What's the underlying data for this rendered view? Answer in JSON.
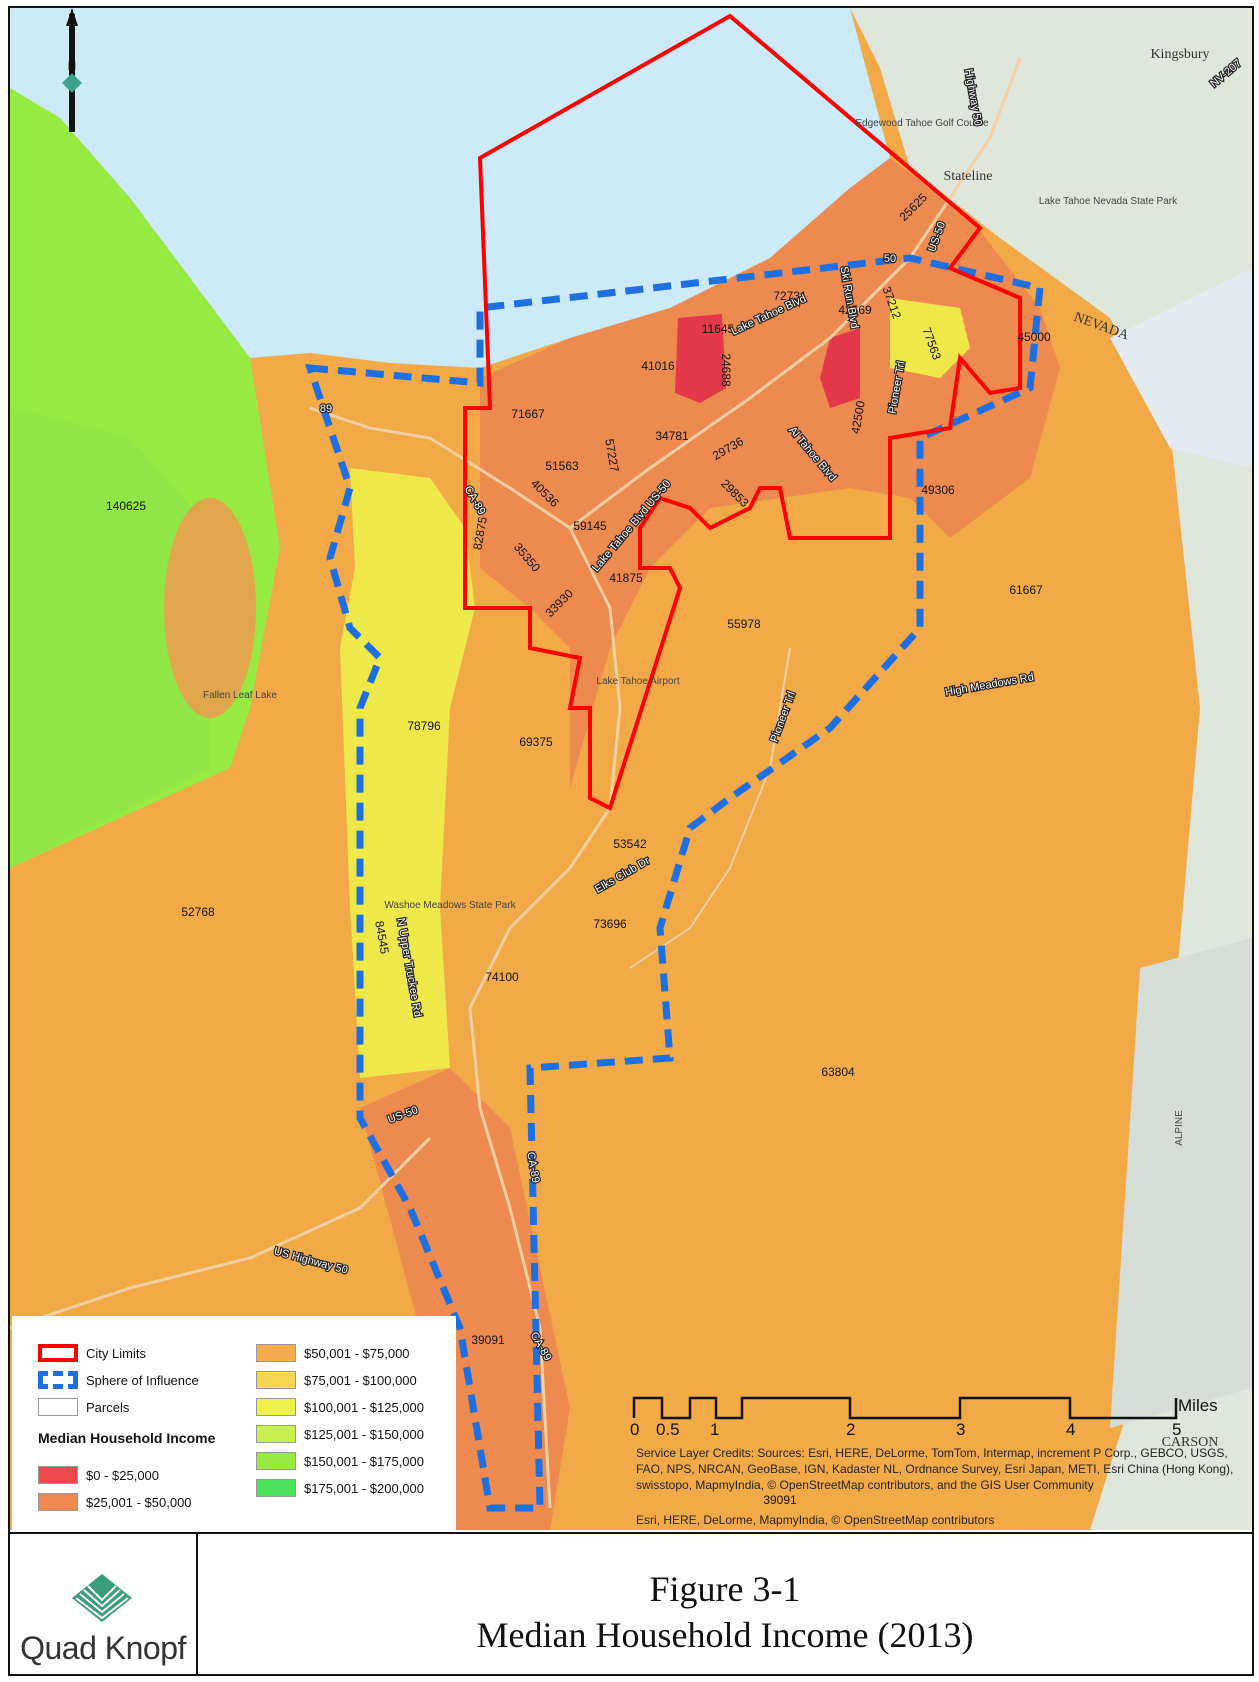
{
  "map": {
    "north_arrow_label": "N",
    "tract_values": [
      {
        "id": "t11645",
        "text": "11645"
      },
      {
        "id": "t24688",
        "text": "24688"
      },
      {
        "id": "t41016",
        "text": "41016"
      },
      {
        "id": "t72731",
        "text": "72731"
      },
      {
        "id": "t42569",
        "text": "42569"
      },
      {
        "id": "t37212",
        "text": "37212"
      },
      {
        "id": "t77563",
        "text": "77563"
      },
      {
        "id": "t45000",
        "text": "45000"
      },
      {
        "id": "t25625",
        "text": "25625"
      },
      {
        "id": "t71667",
        "text": "71667"
      },
      {
        "id": "t51563",
        "text": "51563"
      },
      {
        "id": "t57227",
        "text": "57227"
      },
      {
        "id": "t34781",
        "text": "34781"
      },
      {
        "id": "t29736",
        "text": "29736"
      },
      {
        "id": "t42500",
        "text": "42500"
      },
      {
        "id": "t40536",
        "text": "40536"
      },
      {
        "id": "t29853",
        "text": "29853"
      },
      {
        "id": "t49306",
        "text": "49306"
      },
      {
        "id": "t140625",
        "text": "140625"
      },
      {
        "id": "t59145",
        "text": "59145"
      },
      {
        "id": "t82875",
        "text": "82875"
      },
      {
        "id": "t35350",
        "text": "35350"
      },
      {
        "id": "t41875",
        "text": "41875"
      },
      {
        "id": "t33930",
        "text": "33930"
      },
      {
        "id": "t61667",
        "text": "61667"
      },
      {
        "id": "t55978",
        "text": "55978"
      },
      {
        "id": "t78796",
        "text": "78796"
      },
      {
        "id": "t69375",
        "text": "69375"
      },
      {
        "id": "t53542",
        "text": "53542"
      },
      {
        "id": "t52768",
        "text": "52768"
      },
      {
        "id": "t73696",
        "text": "73696"
      },
      {
        "id": "t84545",
        "text": "84545"
      },
      {
        "id": "t74100",
        "text": "74100"
      },
      {
        "id": "t63804",
        "text": "63804"
      },
      {
        "id": "t39091",
        "text": "39091"
      },
      {
        "id": "t39091b",
        "text": "39091"
      }
    ],
    "place_names": {
      "kingsbury": "Kingsbury",
      "stateline": "Stateline",
      "nevada": "NEVADA",
      "edgewood": "Edgewood Tahoe Golf Course",
      "laketahoe_sp": "Lake Tahoe Nevada State Park",
      "airport": "Lake Tahoe Airport",
      "fallen_leaf": "Fallen Leaf Lake",
      "washoe": "Washoe Meadows State Park",
      "alpine": "ALPINE",
      "carson": "CARSON",
      "miles_label": "Miles"
    },
    "roads": {
      "lake_tahoe_blvd": "Lake Tahoe Blvd",
      "lake_tahoe_blvd_us50": "Lake Tahoe Blvd US-50",
      "us50_a": "US-50",
      "us50_b": "US-50",
      "ski_run": "Ski Run Blvd",
      "al_tahoe": "Al Tahoe Blvd",
      "pioneer_a": "Pioneer Trl",
      "pioneer_b": "Pioneer Trl",
      "ca89_a": "CA-89",
      "ca89_b": "CA-89",
      "ca89_c": "CA-89",
      "us_hwy50": "US Highway 50",
      "elks_club": "Elks Club Dr",
      "n_upper_truckee": "N Upper Truckee Rd",
      "high_meadows": "High Meadows Rd",
      "highway50": "Highway 50",
      "kingsbury_grade": "NV-207",
      "shield_50": "50",
      "shield_89": "89"
    }
  },
  "legend": {
    "title": "Median Household Income",
    "items": [
      {
        "label": "City Limits",
        "kind": "city",
        "color": "#ff0000"
      },
      {
        "label": "Sphere of Influence",
        "kind": "sphere",
        "color": "#1e6fe0"
      },
      {
        "label": "Parcels",
        "kind": "parcel",
        "color": "#ffffff"
      },
      {
        "label": "$0 - $25,000",
        "kind": "fill",
        "color": "#f0474f"
      },
      {
        "label": "$25,001 - $50,000",
        "kind": "fill",
        "color": "#f08a52"
      },
      {
        "label": "$50,001 - $75,000",
        "kind": "fill",
        "color": "#f4ab4e"
      },
      {
        "label": "$75,001 - $100,000",
        "kind": "fill",
        "color": "#f6d552"
      },
      {
        "label": "$100,001 - $125,000",
        "kind": "fill",
        "color": "#eef04a"
      },
      {
        "label": "$125,001 - $150,000",
        "kind": "fill",
        "color": "#c8f04a"
      },
      {
        "label": "$150,001 - $175,000",
        "kind": "fill",
        "color": "#96ea42"
      },
      {
        "label": "$175,001 - $200,000",
        "kind": "fill",
        "color": "#4de35c"
      }
    ]
  },
  "scale": {
    "unit": "Miles",
    "ticks": [
      "0",
      "0.5",
      "1",
      "2",
      "3",
      "4",
      "5"
    ]
  },
  "credits": {
    "line1": "Service Layer Credits: Sources: Esri, HERE, DeLorme, TomTom, Intermap, increment P Corp., GEBCO, USGS, FAO, NPS, NRCAN, GeoBase, IGN, Kadaster NL, Ordnance Survey, Esri Japan, METI, Esri China (Hong Kong), swisstopo, MapmyIndia, © OpenStreetMap contributors, and the GIS User Community",
    "line2": "Esri, HERE, DeLorme, MapmyIndia, © OpenStreetMap contributors"
  },
  "footer": {
    "logo_text": "Quad Knopf",
    "figure_number": "Figure 3-1",
    "figure_title": "Median Household Income (2013)"
  },
  "colors": {
    "lake": "#cdeaf8",
    "high_income_green": "#96ea42",
    "city_limits": "#ff0000",
    "sphere": "#1e6fe0",
    "terrain": "#dfe6dc"
  }
}
